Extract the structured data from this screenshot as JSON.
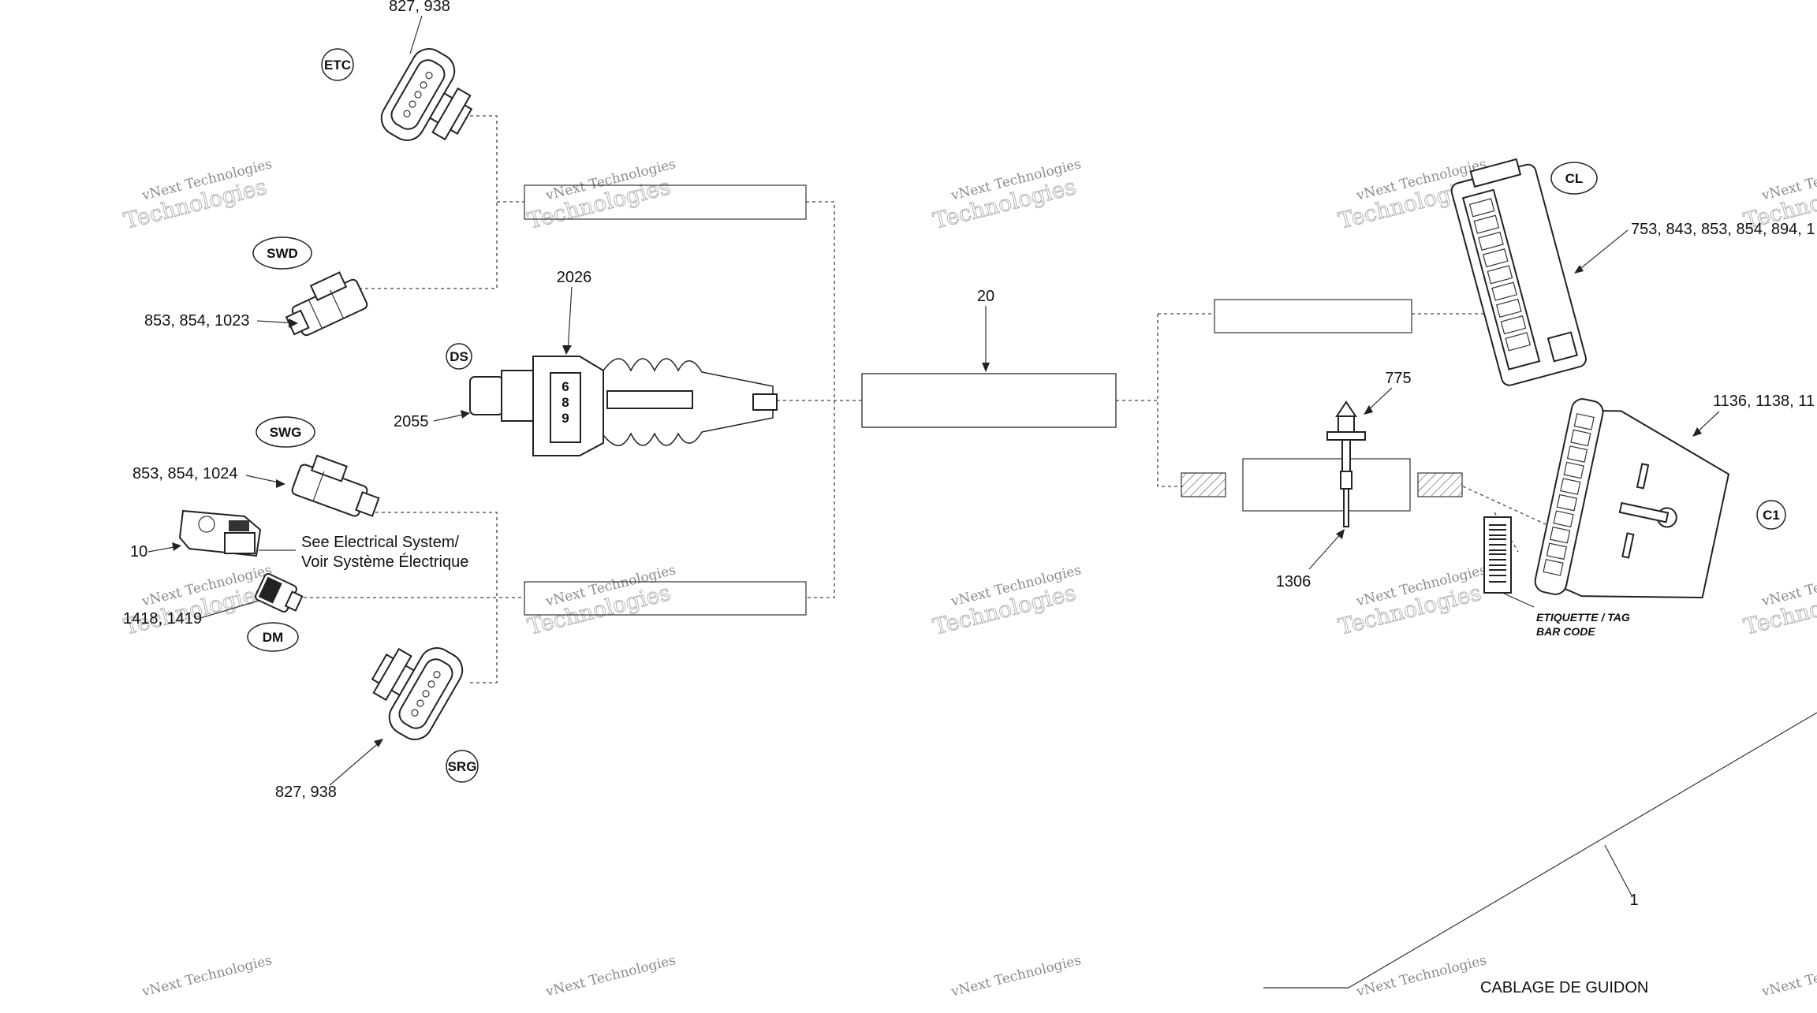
{
  "callouts": {
    "etc_parts": "827, 938",
    "swd_parts": "853, 854, 1023",
    "boot_2026": "2026",
    "ds_2055": "2055",
    "swg_parts": "853, 854, 1024",
    "module_10": "10",
    "see_electrical_1": "See Electrical System/",
    "see_electrical_2": "Voir Système Électrique",
    "dm_parts": "1418, 1419",
    "srg_parts": "827, 938",
    "harness_20": "20",
    "cl_parts": "753, 843, 853, 854, 894, 1",
    "tie_775": "775",
    "c1_parts": "1136, 1138, 11",
    "tie_1306": "1306",
    "harness_1": "1",
    "tag_line1": "ETIQUETTE / TAG",
    "tag_line2": "BAR CODE",
    "title": "CABLAGE DE GUIDON"
  },
  "connector_tags": {
    "etc": "ETC",
    "swd": "SWD",
    "ds": "DS",
    "swg": "SWG",
    "dm": "DM",
    "srg": "SRG",
    "cl": "CL",
    "c1": "C1"
  },
  "boot_digits": [
    "6",
    "8",
    "9"
  ],
  "watermark": {
    "line1": "vNext Technologies",
    "line2": "Technologies"
  }
}
